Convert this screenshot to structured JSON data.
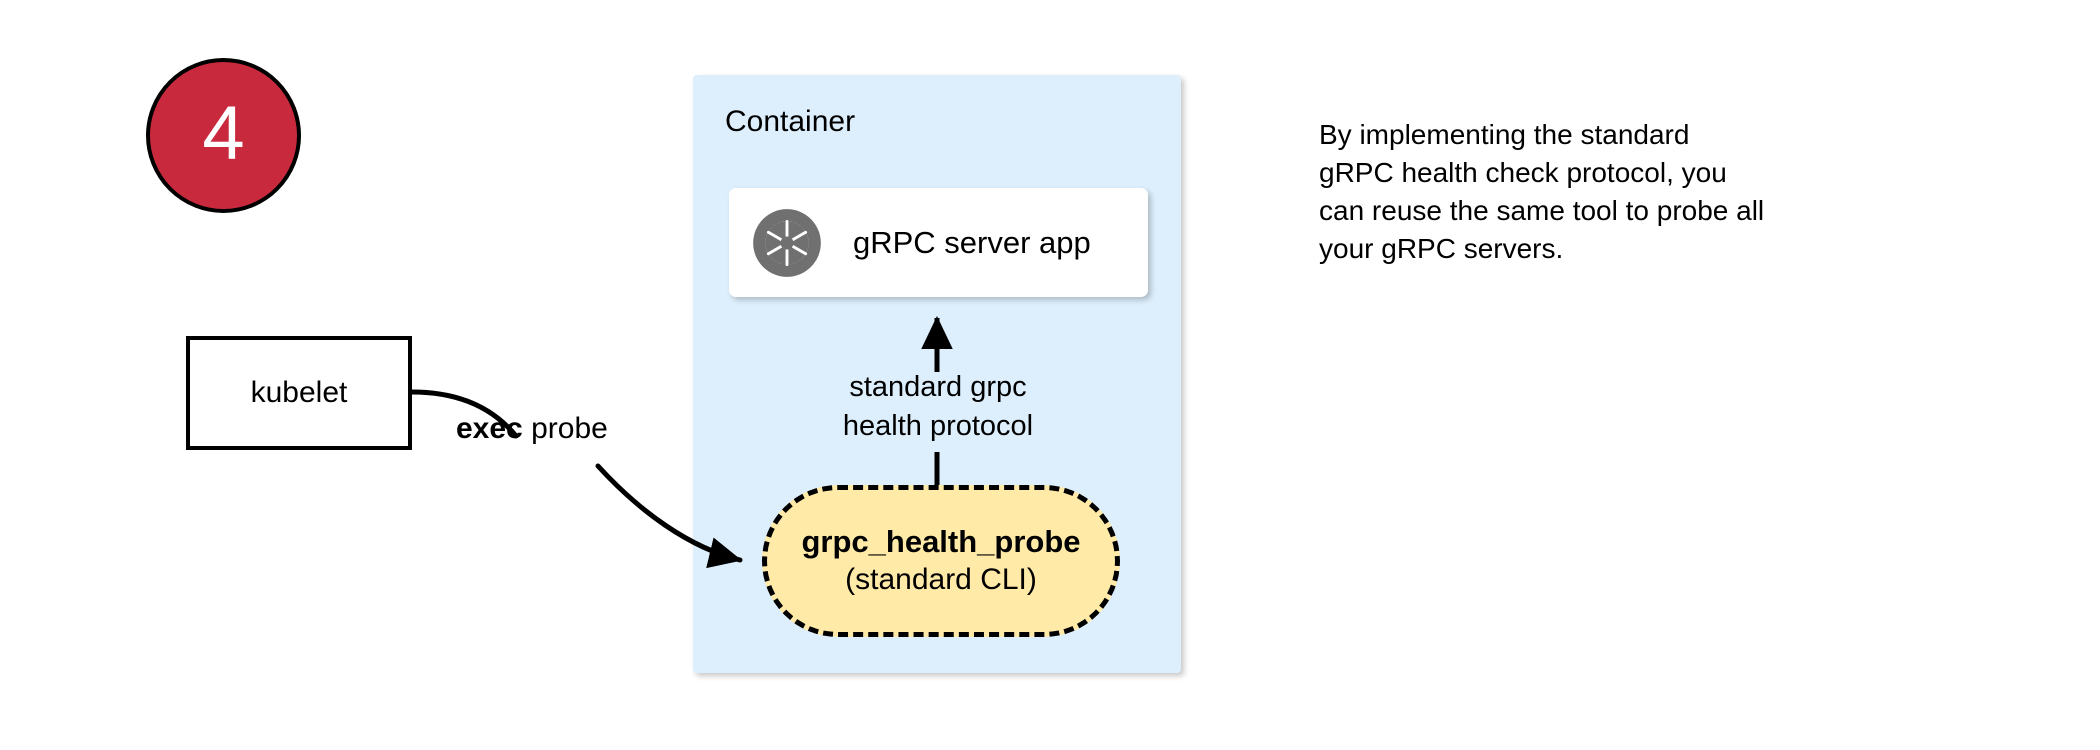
{
  "step": {
    "number": "4"
  },
  "kubelet": {
    "label": "kubelet"
  },
  "edges": {
    "exec_probe_bold": "exec",
    "exec_probe_rest": " probe",
    "protocol_line1": "standard grpc",
    "protocol_line2": "health protocol"
  },
  "container": {
    "title": "Container",
    "fill_color": "#ddeffc"
  },
  "server_card": {
    "label": "gRPC server app",
    "icon": "grpc-aperture-icon",
    "icon_color": "#707070",
    "fill_color": "#ffffff"
  },
  "probe": {
    "title": "grpc_health_probe",
    "subtitle": "(standard CLI)",
    "fill_color": "#ffeaa8",
    "border_style": "dashed"
  },
  "note": {
    "text": "By implementing the standard gRPC health check protocol, you can reuse the same tool to probe all your gRPC servers.",
    "line1": "By implementing the standard",
    "line2": "gRPC health check protocol, you",
    "line3": "can reuse the same tool to probe all",
    "line4": "your gRPC servers."
  },
  "colors": {
    "badge_red": "#c9293d",
    "container_blue": "#ddeffc",
    "probe_yellow": "#ffeaa8",
    "icon_gray": "#707070",
    "stroke_black": "#000000"
  }
}
